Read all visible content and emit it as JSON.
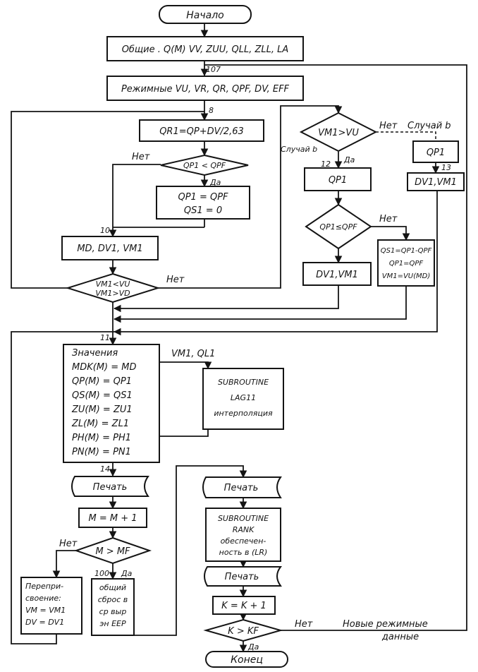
{
  "flowchart": {
    "start": "Начало",
    "common": "Общие . Q(M) VV, ZUU, QLL, ZLL, LA",
    "label_107": "107",
    "regime": "Режимные VU, VR, QR, QPF, DV, EFF",
    "label_8": "8",
    "qr1": "QR1=QP+DV/2,63",
    "dec_qp1_qpf": "QP1 < QPF",
    "no": "Нет",
    "yes": "Да",
    "assign_lines": [
      "QP1 = QPF",
      "QS1 = 0"
    ],
    "label_10": "10",
    "md_box": "MD, DV1, VM1",
    "dec_vm1_lines": [
      "VM1<VU",
      "VM1>VD"
    ],
    "dec_vm1_vu": "VM1>VU",
    "case_b_left": "Случай b",
    "case_b_right": "Случай b",
    "label_12": "12",
    "label_13": "13",
    "qp1": "QP1",
    "qp1_right": "QP1",
    "dv1_vm1_right": "DV1,VM1",
    "dec_qp1_le": "QP1≤QPF",
    "dv1_vm1": "DV1,VM1",
    "qs1_lines": [
      "QS1=QP1-QPF",
      "QP1=QPF",
      "VM1=VU(MD)"
    ],
    "label_11": "11",
    "values_lines": [
      "Значения",
      "MDK(M) = MD",
      "QP(M) = QP1",
      "QS(M) = QS1",
      "ZU(M) = ZU1",
      "ZL(M) = ZL1",
      "PH(M) = PH1",
      "PN(M) = PN1"
    ],
    "vm1_ql1": "VM1, QL1",
    "sub_lag_lines": [
      "SUBROUTINE",
      "LAG11",
      "интерполяция"
    ],
    "label_14": "14",
    "print_left": "Печать",
    "m_inc": "M = M + 1",
    "dec_m_mf": "M > MF",
    "label_100": "100",
    "reassign_lines": [
      "Перепри-",
      "своение:",
      "VM = VM1",
      "DV = DV1"
    ],
    "total_lines": [
      "общий",
      "сброс в",
      "ср выр",
      "эн EEP"
    ],
    "print_mid": "Печать",
    "sub_rank_lines": [
      "SUBROUTINE",
      "RANK",
      "обеспечен-",
      "ность в (LR)"
    ],
    "print_mid2": "Печать",
    "k_inc": "K = K + 1",
    "dec_k_kf": "K > KF",
    "new_regime_lines": [
      "Новые режимные",
      "данные"
    ],
    "end": "Конец"
  }
}
